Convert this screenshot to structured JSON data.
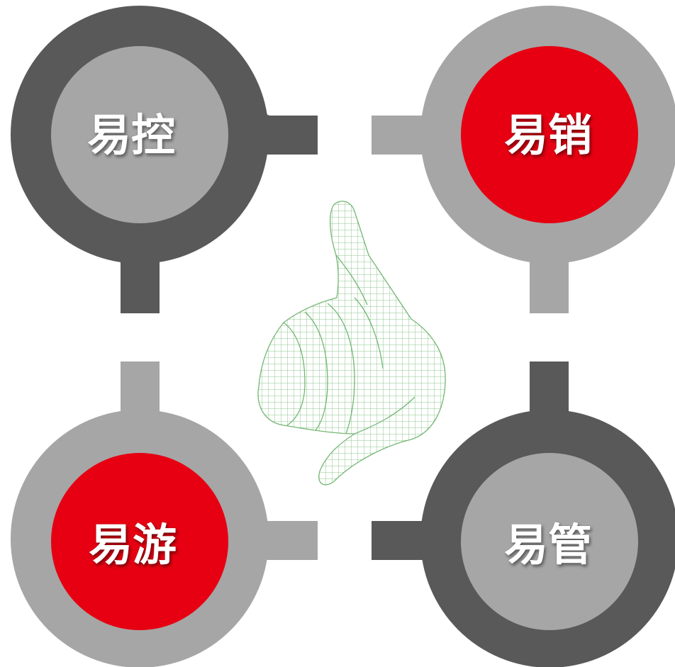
{
  "quadrants": [
    {
      "id": "top-left",
      "label": "易控",
      "ring_color": "#595959",
      "circle_color": "#a6a6a6"
    },
    {
      "id": "top-right",
      "label": "易销",
      "ring_color": "#a6a6a6",
      "circle_color": "#e60012"
    },
    {
      "id": "bottom-left",
      "label": "易游",
      "ring_color": "#a6a6a6",
      "circle_color": "#e60012"
    },
    {
      "id": "bottom-right",
      "label": "易管",
      "ring_color": "#595959",
      "circle_color": "#a6a6a6"
    }
  ],
  "center_image": {
    "icon": "wireframe-pointing-hand-icon",
    "color": "#6db36d"
  },
  "colors": {
    "background": "#ffffff",
    "dark_gray": "#595959",
    "light_gray": "#a6a6a6",
    "red": "#e60012"
  }
}
